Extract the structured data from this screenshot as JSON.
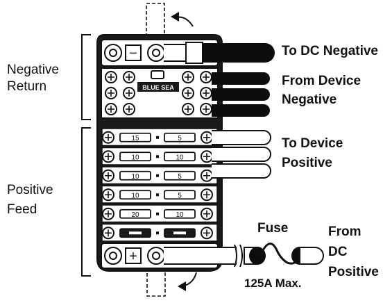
{
  "labels": {
    "negative_return_line1": "Negative",
    "negative_return_line2": "Return",
    "positive_feed_line1": "Positive",
    "positive_feed_line2": "Feed",
    "to_dc_negative": "To DC Negative",
    "from_device_negative_line1": "From Device",
    "from_device_negative_line2": "Negative",
    "to_device_positive_line1": "To Device",
    "to_device_positive_line2": "Positive",
    "fuse": "Fuse",
    "fuse_rating": "125A Max.",
    "from_dc_positive_line1": "From",
    "from_dc_positive_line2": "DC",
    "from_dc_positive_line3": "Positive",
    "bus_marking": "BLUE SEA"
  },
  "fuses": {
    "left": [
      "15",
      "10",
      "10",
      "10",
      "20",
      ""
    ],
    "right": [
      "5",
      "10",
      "5",
      "5",
      "10",
      ""
    ]
  },
  "symbols": {
    "negative": "−",
    "positive": "+"
  },
  "colors": {
    "ink": "#111111",
    "wire_dark": "#0d0d0d",
    "wire_light": "#ffffff",
    "block_body": "#1a1a1a"
  }
}
